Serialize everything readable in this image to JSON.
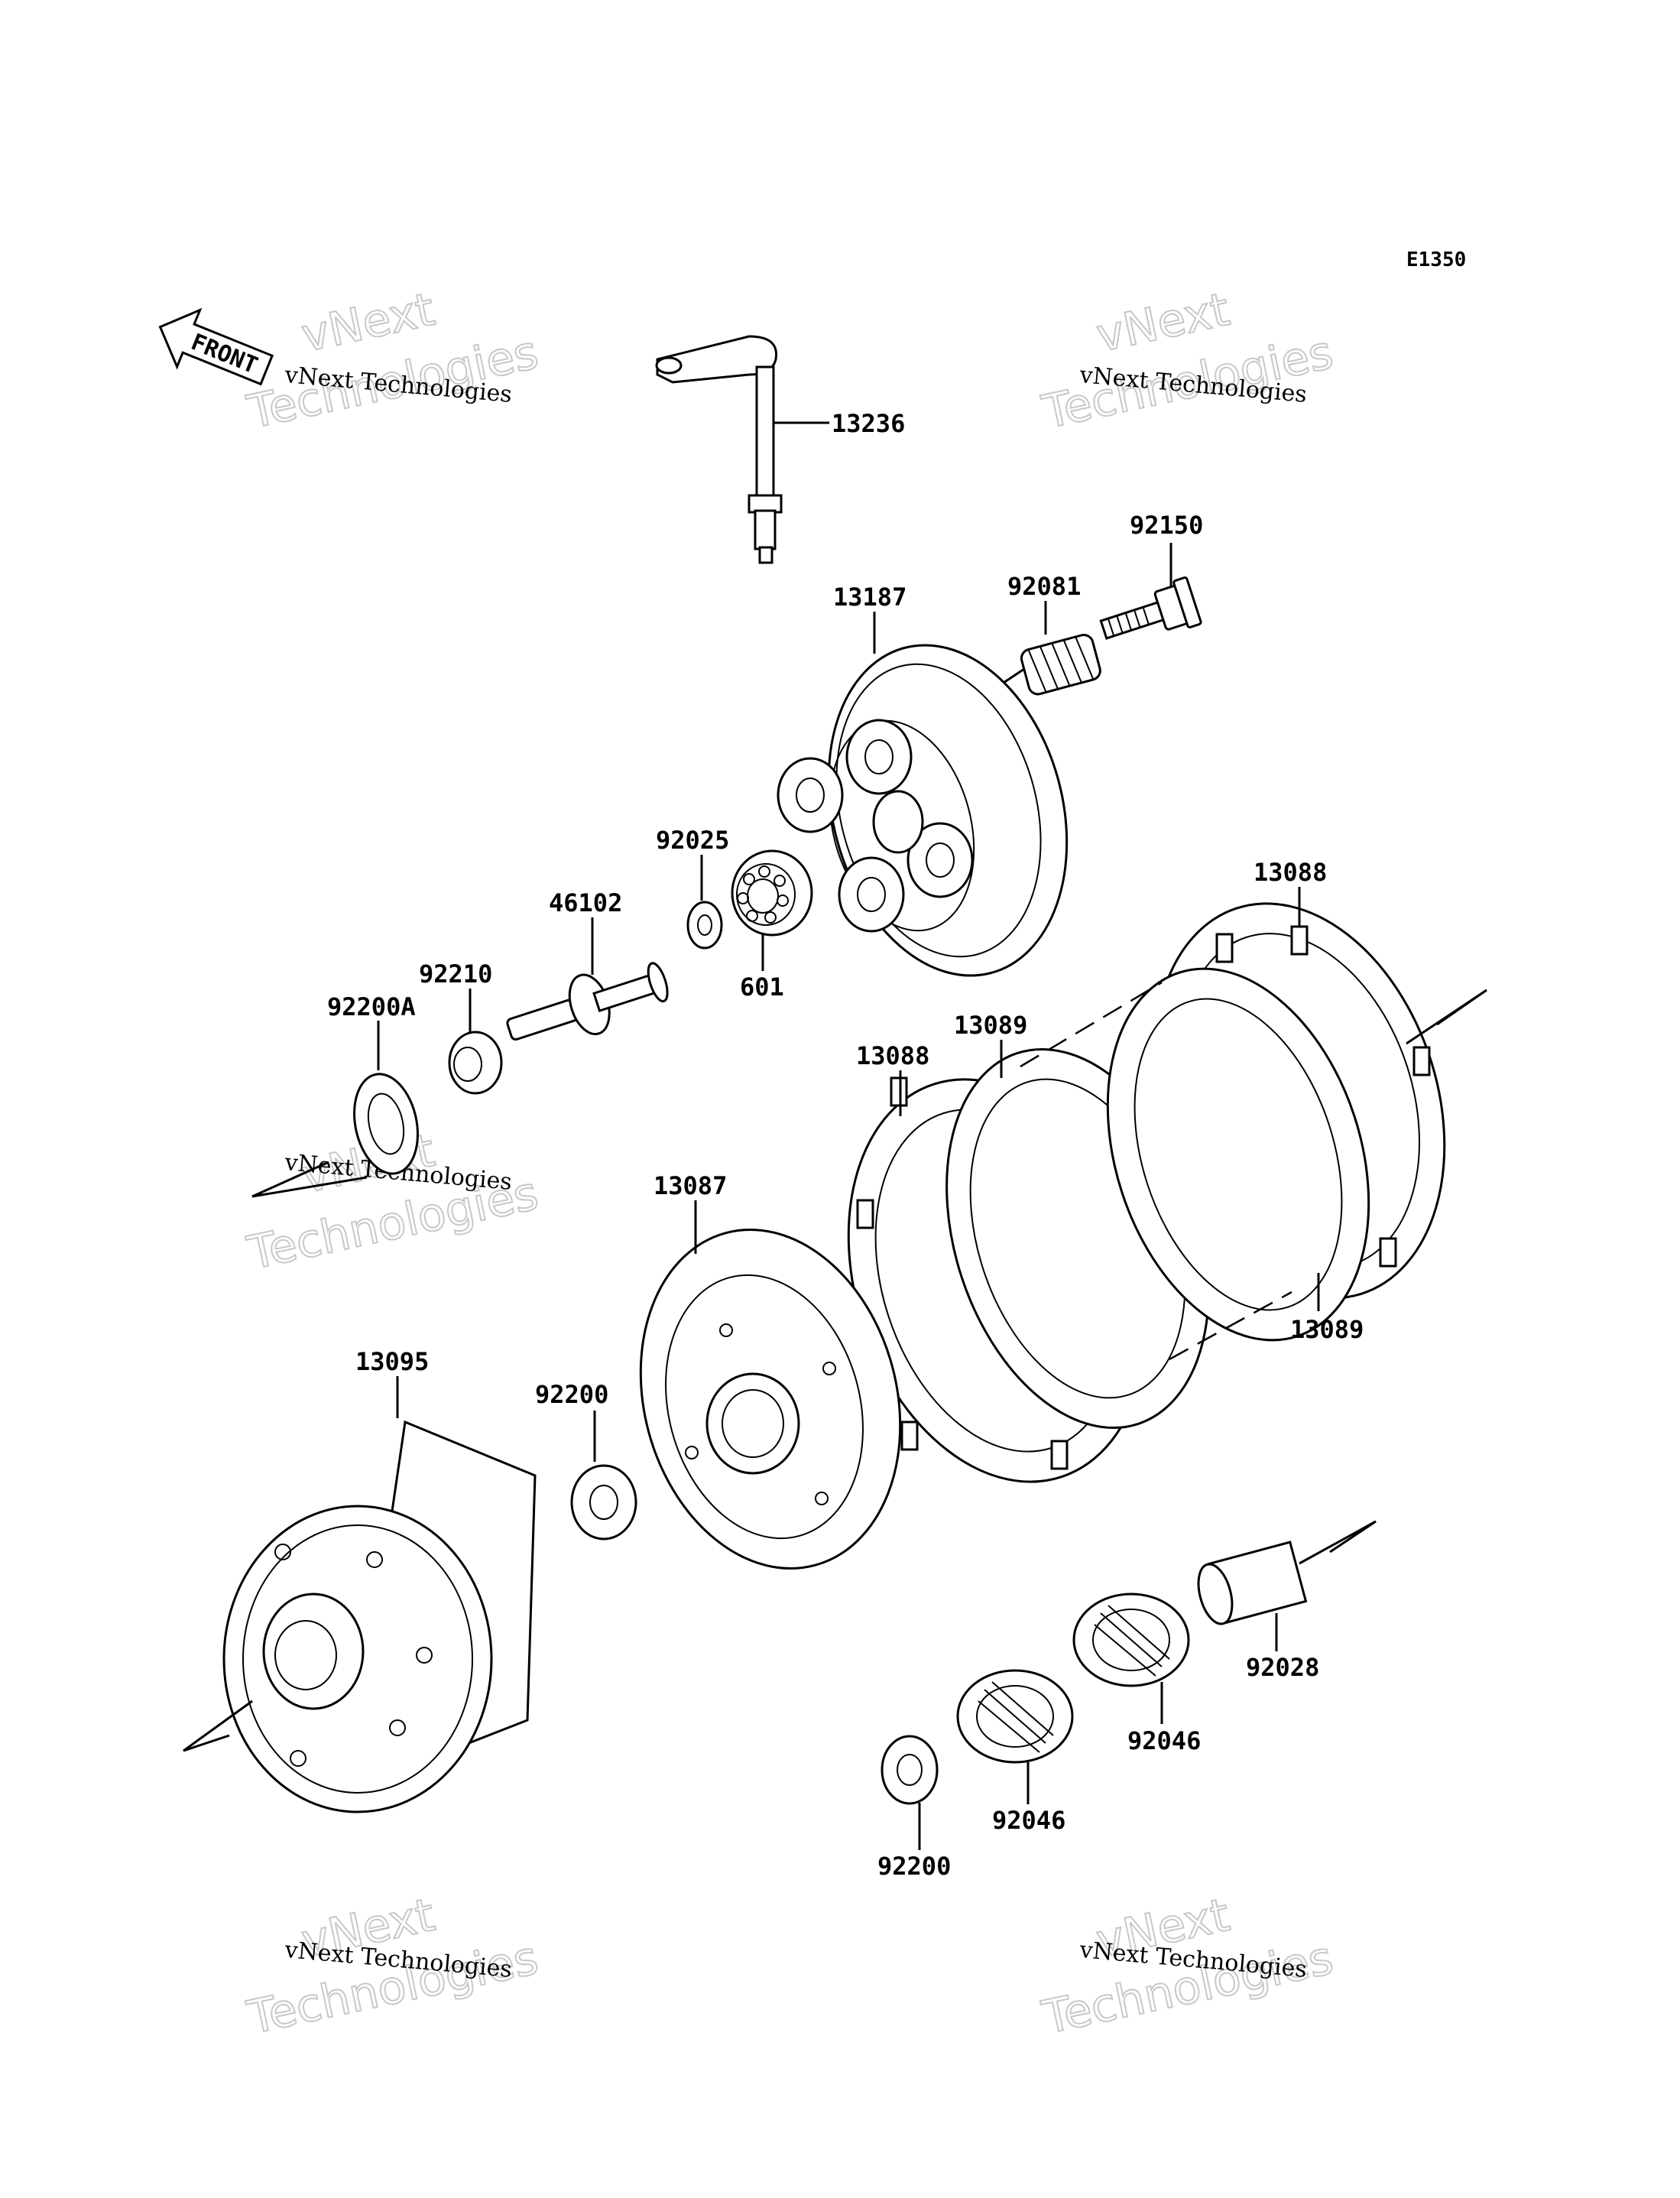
{
  "diagram_ref": "E1350",
  "front_label": "FRONT",
  "watermark": {
    "small": "vNext Technologies",
    "big_top": "vNext",
    "big_bottom": "Technologies"
  },
  "parts": [
    {
      "id": "p13236",
      "number": "13236"
    },
    {
      "id": "p92150",
      "number": "92150"
    },
    {
      "id": "p92081",
      "number": "92081"
    },
    {
      "id": "p13187",
      "number": "13187"
    },
    {
      "id": "p92025",
      "number": "92025"
    },
    {
      "id": "p46102",
      "number": "46102"
    },
    {
      "id": "p92210",
      "number": "92210"
    },
    {
      "id": "p92200A",
      "number": "92200A"
    },
    {
      "id": "p601",
      "number": "601"
    },
    {
      "id": "p13088a",
      "number": "13088"
    },
    {
      "id": "p13089a",
      "number": "13089"
    },
    {
      "id": "p13088b",
      "number": "13088"
    },
    {
      "id": "p13089b",
      "number": "13089"
    },
    {
      "id": "p13087",
      "number": "13087"
    },
    {
      "id": "p13095",
      "number": "13095"
    },
    {
      "id": "p92200a",
      "number": "92200"
    },
    {
      "id": "p92028",
      "number": "92028"
    },
    {
      "id": "p92046a",
      "number": "92046"
    },
    {
      "id": "p92046b",
      "number": "92046"
    },
    {
      "id": "p92200b",
      "number": "92200"
    }
  ]
}
